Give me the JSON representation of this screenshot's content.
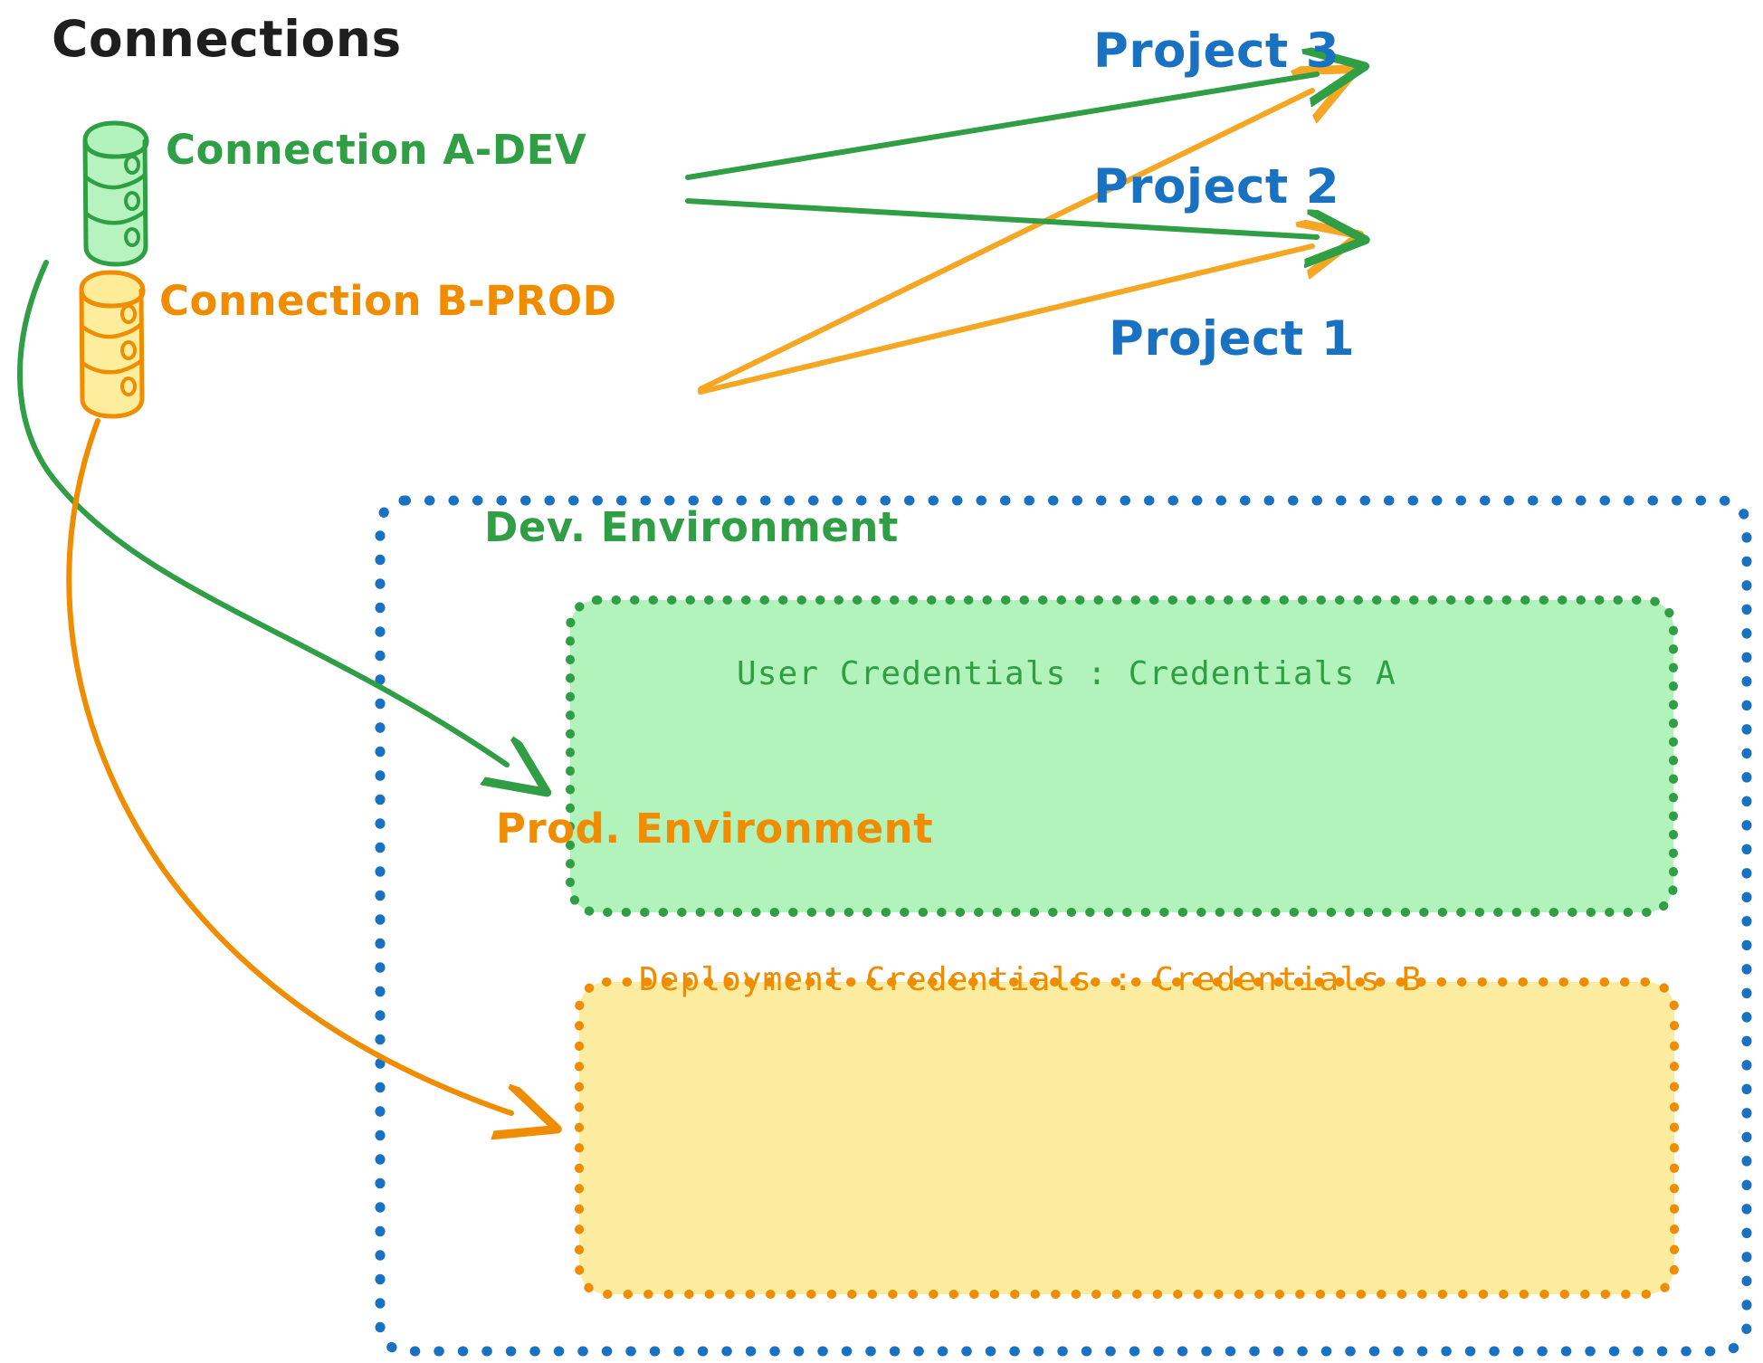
{
  "diagram": {
    "title": "Connections",
    "type": "connections-to-projects-architecture"
  },
  "connections": [
    {
      "id": "conn-a-dev",
      "label": "Connection A-DEV",
      "color": "#2f9e44",
      "fill": "#b2f2bb",
      "icon": "database-cylinder-icon"
    },
    {
      "id": "conn-b-prod",
      "label": "Connection B-PROD",
      "color": "#f08c00",
      "fill": "#ffec99",
      "icon": "database-cylinder-icon"
    }
  ],
  "projects": [
    {
      "id": "project-3",
      "label": "Project 3",
      "color": "#1971c2"
    },
    {
      "id": "project-2",
      "label": "Project 2",
      "color": "#1971c2"
    },
    {
      "id": "project-1",
      "label": "Project 1",
      "color": "#1971c2"
    }
  ],
  "project_one": {
    "label": "Project 1",
    "border_color": "#1971c2",
    "environments": [
      {
        "id": "dev-environment",
        "title": "Dev. Environment",
        "credential_key": "User Credentials",
        "credential_separator": ":",
        "credential_value": "Credentials A",
        "credential_line": "User Credentials : Credentials A",
        "fill": "#b2f2bb",
        "border_color": "#2f9e44",
        "text_color": "#2f9e44"
      },
      {
        "id": "prod-environment",
        "title": "Prod. Environment",
        "credential_key": "Deployment Credentials",
        "credential_separator": ":",
        "credential_value": "Credentials B",
        "credential_line": "Deployment Credentials : Credentials B",
        "fill": "#fceca0",
        "border_color": "#f08c00",
        "text_color": "#f08c00"
      }
    ]
  },
  "edges": [
    {
      "id": "edge-a-dev-to-project-3",
      "from": "conn-a-dev",
      "to": "project-3",
      "color": "#2f9e44"
    },
    {
      "id": "edge-a-dev-to-project-2",
      "from": "conn-a-dev",
      "to": "project-2",
      "color": "#2f9e44"
    },
    {
      "id": "edge-a-dev-to-dev-environment",
      "from": "conn-a-dev",
      "to": "dev-environment",
      "color": "#2f9e44"
    },
    {
      "id": "edge-b-prod-to-project-3",
      "from": "conn-b-prod",
      "to": "project-3",
      "color": "#f5a623"
    },
    {
      "id": "edge-b-prod-to-project-2",
      "from": "conn-b-prod",
      "to": "project-2",
      "color": "#f5a623"
    },
    {
      "id": "edge-b-prod-to-prod-environment",
      "from": "conn-b-prod",
      "to": "prod-environment",
      "color": "#f08c00"
    }
  ],
  "colors": {
    "green_stroke": "#2f9e44",
    "green_fill": "#b2f2bb",
    "orange_stroke": "#f08c00",
    "orange_arrow": "#f5a623",
    "orange_fill": "#fceca0",
    "blue": "#1971c2",
    "black": "#1e1e1e",
    "background": "#ffffff"
  }
}
